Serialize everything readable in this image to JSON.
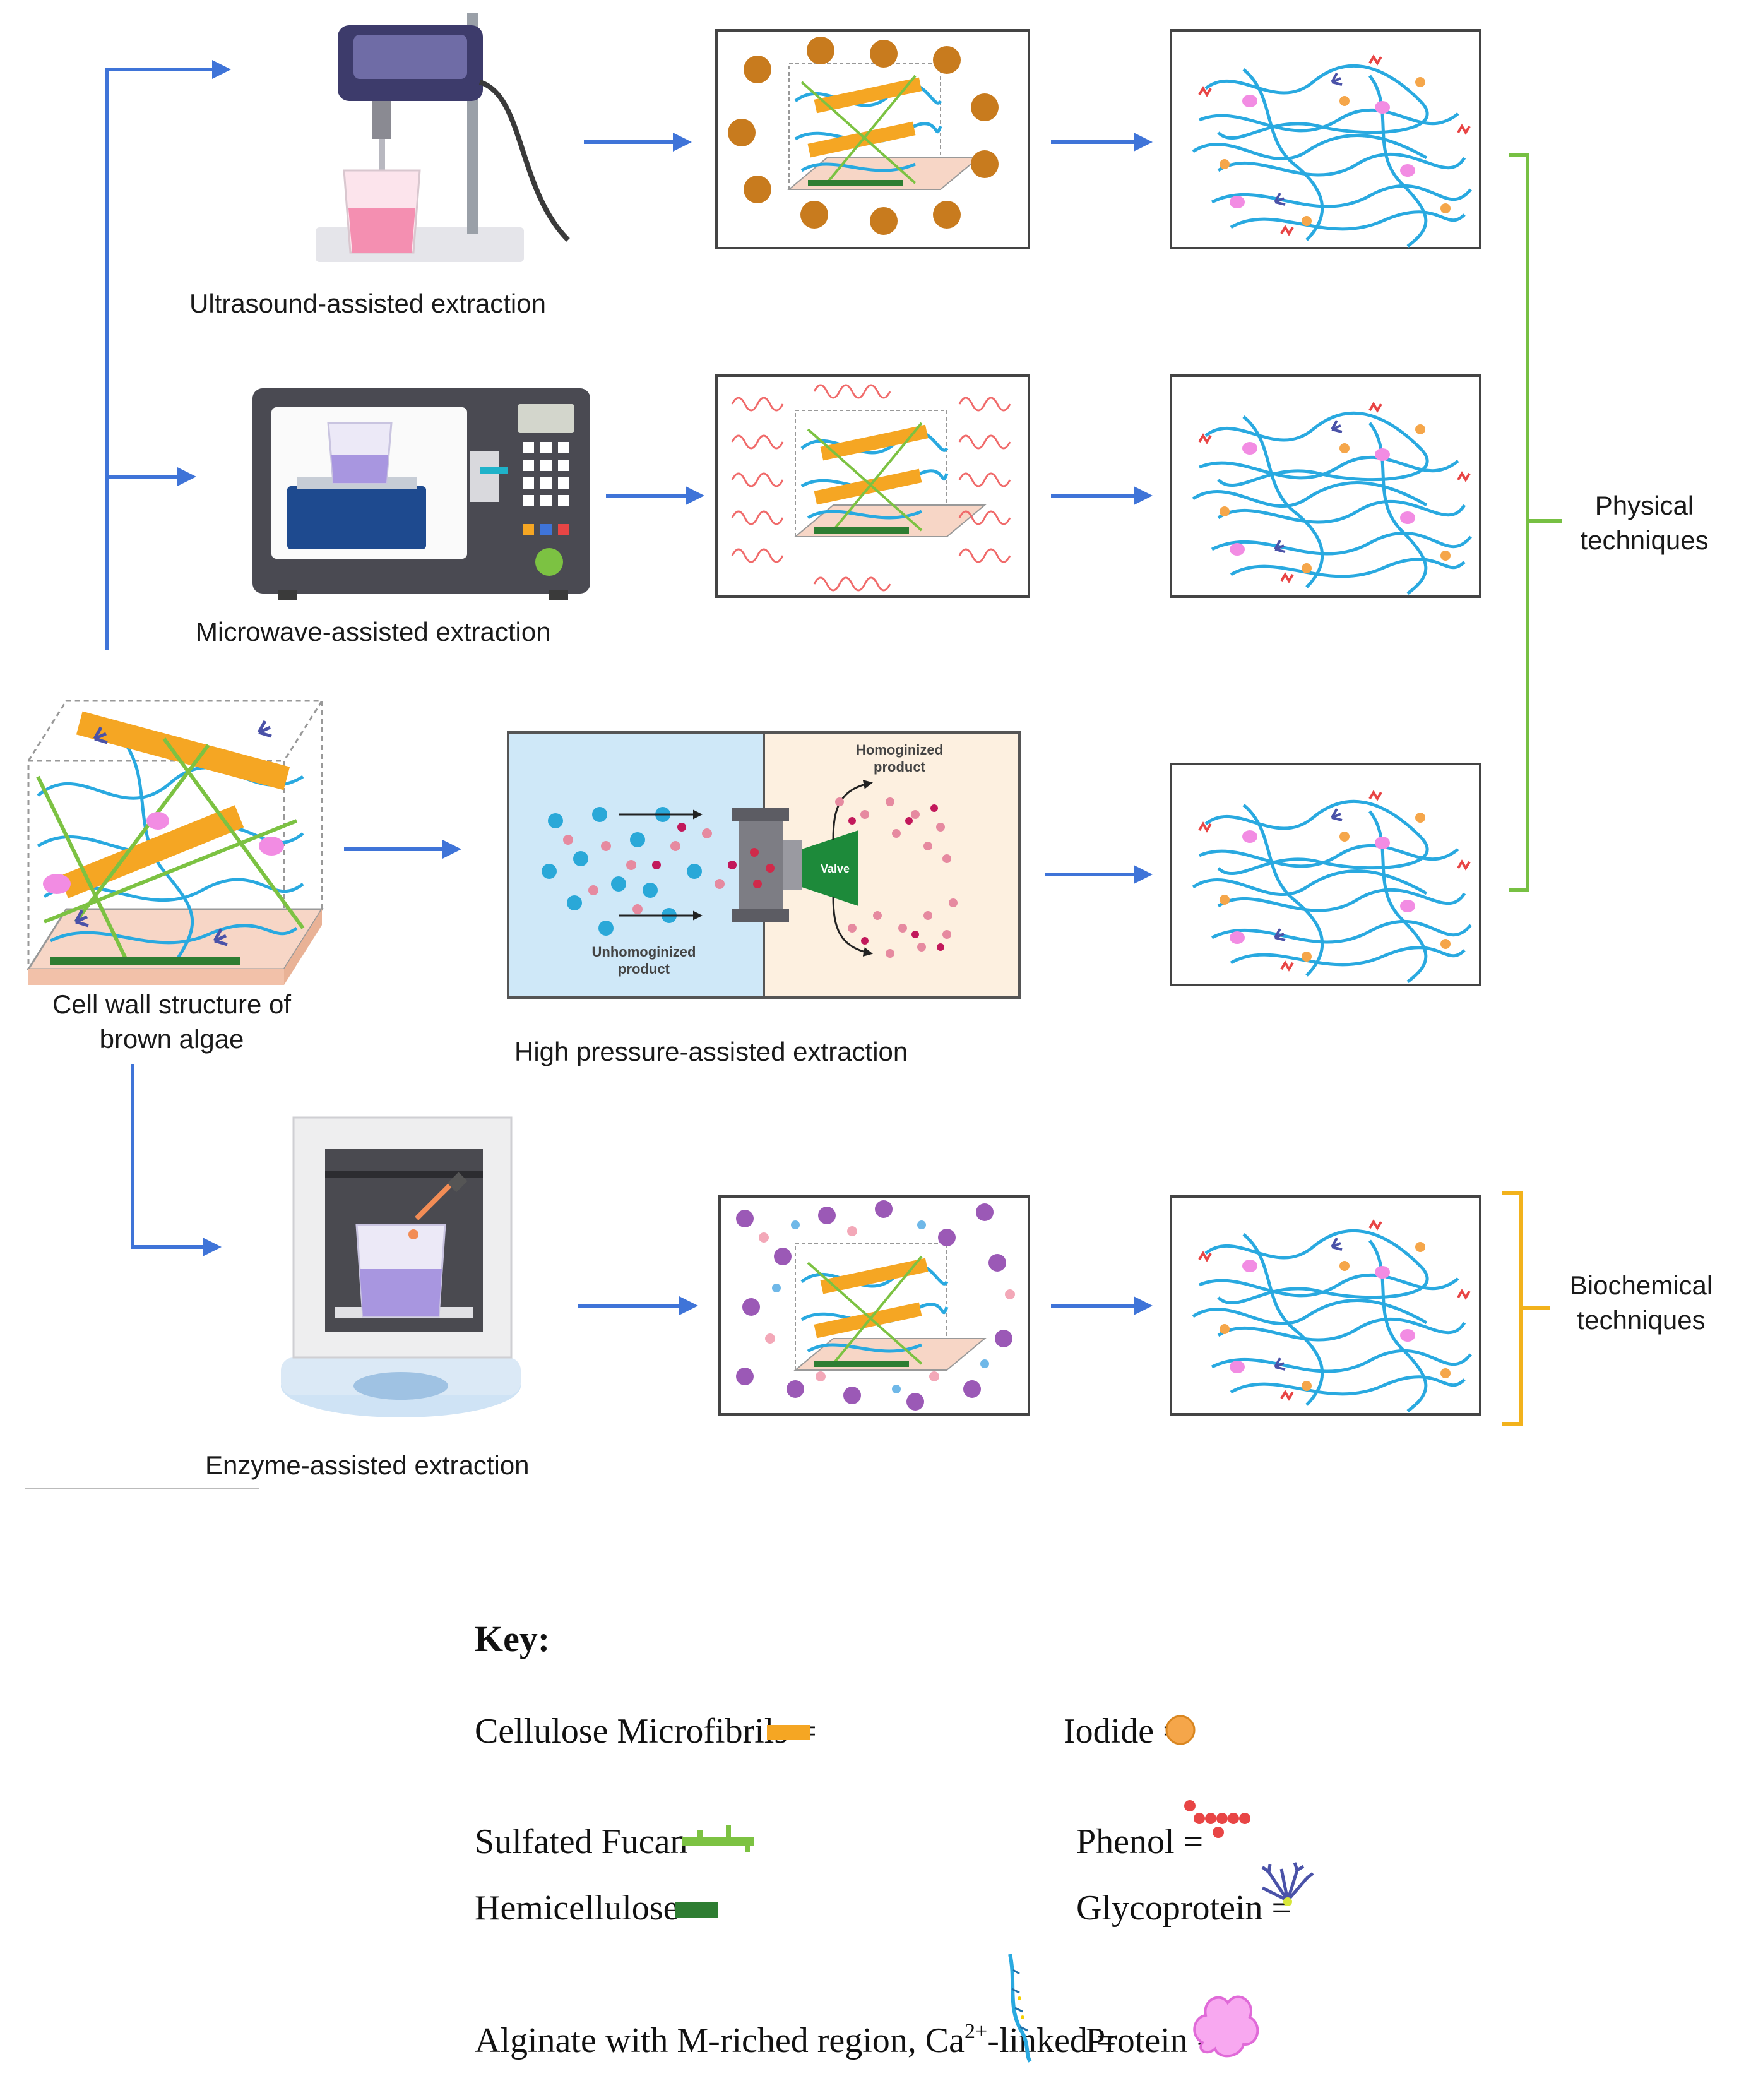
{
  "labels": {
    "ultrasound": "Ultrasound-assisted extraction",
    "microwave": "Microwave-assisted extraction",
    "cell_wall_line1": "Cell wall structure of",
    "cell_wall_line2": "brown algae",
    "high_pressure": "High pressure-assisted extraction",
    "enzyme": "Enzyme-assisted extraction",
    "homogenized_line1": "Homoginized",
    "homogenized_line2": "product",
    "unhomogenized_line1": "Unhomoginized",
    "unhomogenized_line2": "product",
    "valve": "Valve",
    "physical_line1": "Physical",
    "physical_line2": "techniques",
    "biochemical_line1": "Biochemical",
    "biochemical_line2": "techniques"
  },
  "key": {
    "title": "Key:",
    "cellulose": "Cellulose Microfibrils =",
    "iodide": "Iodide =",
    "fucan": "Sulfated Fucan =",
    "phenol": "Phenol =",
    "hemicellulose": "Hemicellulose =",
    "glycoprotein": "Glycoprotein =",
    "alginate": "Alginate with M-riched region, Ca",
    "alginate_sup": "2+",
    "alginate_end": "-linked =",
    "protein": "Protein ="
  },
  "colors": {
    "arrow": "#3f74d8",
    "physical_bracket": "#77c043",
    "biochemical_bracket": "#f2b21c",
    "cellulose": "#f5a623",
    "fucan": "#7cc242",
    "hemicellulose": "#2e7d32",
    "alginate": "#29a9e0",
    "protein": "#f28ce3",
    "phenol": "#e84545",
    "iodide": "#f5a64a",
    "glycoprotein": "#4a52a8"
  }
}
